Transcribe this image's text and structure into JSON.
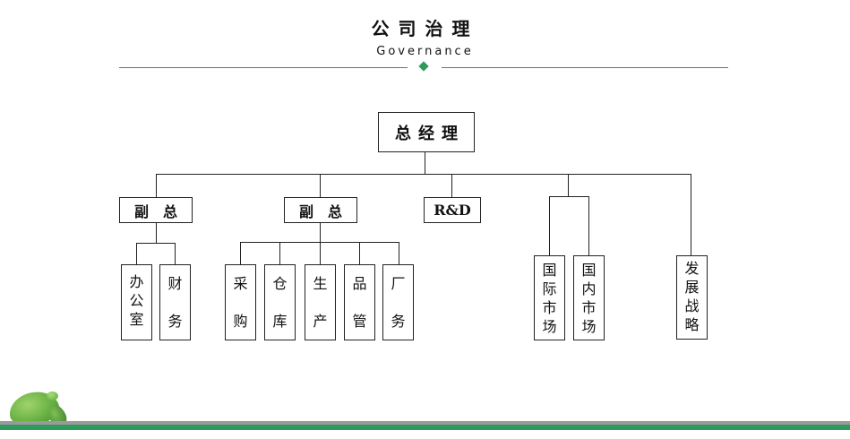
{
  "header": {
    "title": "公司治理",
    "subtitle": "Governance"
  },
  "colors": {
    "accent": "#2e9a5c",
    "line": "#222222"
  },
  "org": {
    "root": "总经理",
    "level1": [
      {
        "label": "副　总",
        "children": [
          [
            "办",
            "公",
            "室"
          ],
          [
            "财",
            "务"
          ]
        ]
      },
      {
        "label": "副　总",
        "children": [
          [
            "采",
            "购"
          ],
          [
            "仓",
            "库"
          ],
          [
            "生",
            "产"
          ],
          [
            "品",
            "管"
          ],
          [
            "厂",
            "务"
          ]
        ]
      },
      {
        "label": "R&D"
      },
      {
        "children": [
          [
            "国",
            "际",
            "市",
            "场"
          ],
          [
            "国",
            "内",
            "市",
            "场"
          ]
        ]
      },
      {
        "children": [
          [
            "发",
            "展",
            "战",
            "略"
          ]
        ]
      }
    ]
  }
}
